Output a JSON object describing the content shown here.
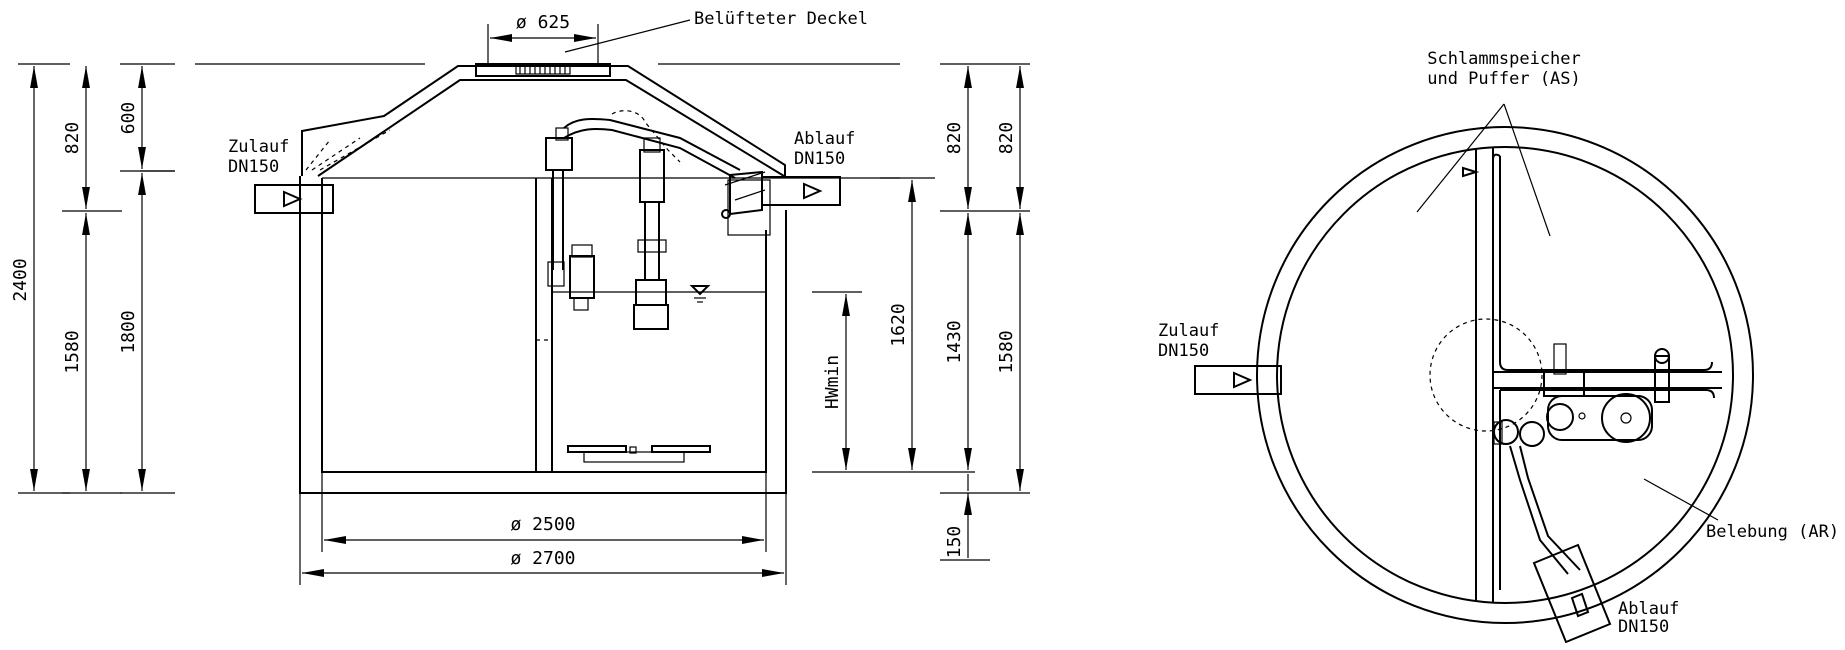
{
  "section": {
    "labels": {
      "cover": "Belüfteter Deckel",
      "cover_diameter": "ø 625",
      "inlet": [
        "Zulauf",
        "DN150"
      ],
      "outlet": [
        "Ablauf",
        "DN150"
      ],
      "hw_min": "HWmin"
    },
    "dims_left": [
      "2400",
      "820",
      "1580",
      "600",
      "1800"
    ],
    "dims_right": [
      "820",
      "1620",
      "1430",
      "150",
      "820",
      "1580"
    ],
    "dims_bottom": [
      "ø 2500",
      "ø 2700"
    ]
  },
  "plan": {
    "labels": {
      "sludge_storage": [
        "Schlammspeicher",
        "und Puffer (AS)"
      ],
      "inlet": [
        "Zulauf",
        "DN150"
      ],
      "aeration": "Belebung (AR)",
      "outlet": [
        "Ablauf",
        "DN150"
      ]
    }
  }
}
